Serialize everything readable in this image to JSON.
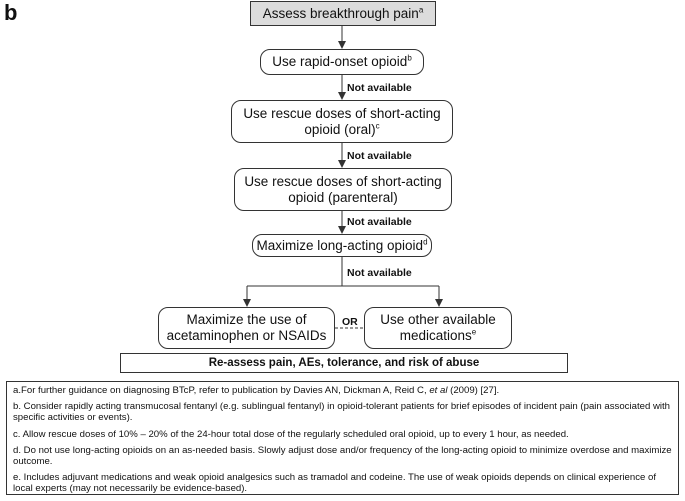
{
  "panel_letter": "b",
  "nodes": {
    "assess": {
      "text": "Assess breakthrough pain",
      "sup": "a"
    },
    "rapid": {
      "text": "Use rapid-onset opioid",
      "sup": "b"
    },
    "oral": {
      "line1": "Use rescue doses of short-acting",
      "line2": "opioid (oral)",
      "sup": "c"
    },
    "parenteral": {
      "line1": "Use rescue doses of short-acting",
      "line2": "opioid (parenteral)"
    },
    "longacting": {
      "text": "Maximize long-acting opioid",
      "sup": "d"
    },
    "acetaminophen": {
      "line1": "Maximize the use of",
      "line2": "acetaminophen or NSAIDs"
    },
    "other": {
      "line1": "Use other available",
      "line2": "medications",
      "sup": "e"
    },
    "reassess": {
      "text": "Re-assess pain, AEs, tolerance, and risk of abuse"
    }
  },
  "edge_labels": {
    "not_available": "Not available",
    "or": "OR"
  },
  "footnotes": [
    {
      "prefix": "a.For further guidance on diagnosing BTcP, refer to publication by Davies AN, Dickman A, Reid C, ",
      "italic": "et al",
      "suffix": " (2009) [27]."
    },
    {
      "text": "b. Consider rapidly acting transmucosal fentanyl (e.g. sublingual fentanyl) in opioid-tolerant patients for brief episodes of incident pain (pain associated with specific activities or events)."
    },
    {
      "text": "c. Allow rescue doses of  10% – 20% of the 24-hour total dose of the regularly scheduled oral opioid, up to every 1 hour, as needed."
    },
    {
      "text": "d. Do not use long-acting opioids on an as-needed basis. Slowly adjust dose and/or frequency of  the long-acting opioid to minimize overdose and maximize outcome."
    },
    {
      "text": "e. Includes adjuvant medications and weak opioid analgesics such as tramadol and codeine. The use of weak opioids depends on clinical experience of local experts (may not necessarily be evidence-based)."
    }
  ]
}
